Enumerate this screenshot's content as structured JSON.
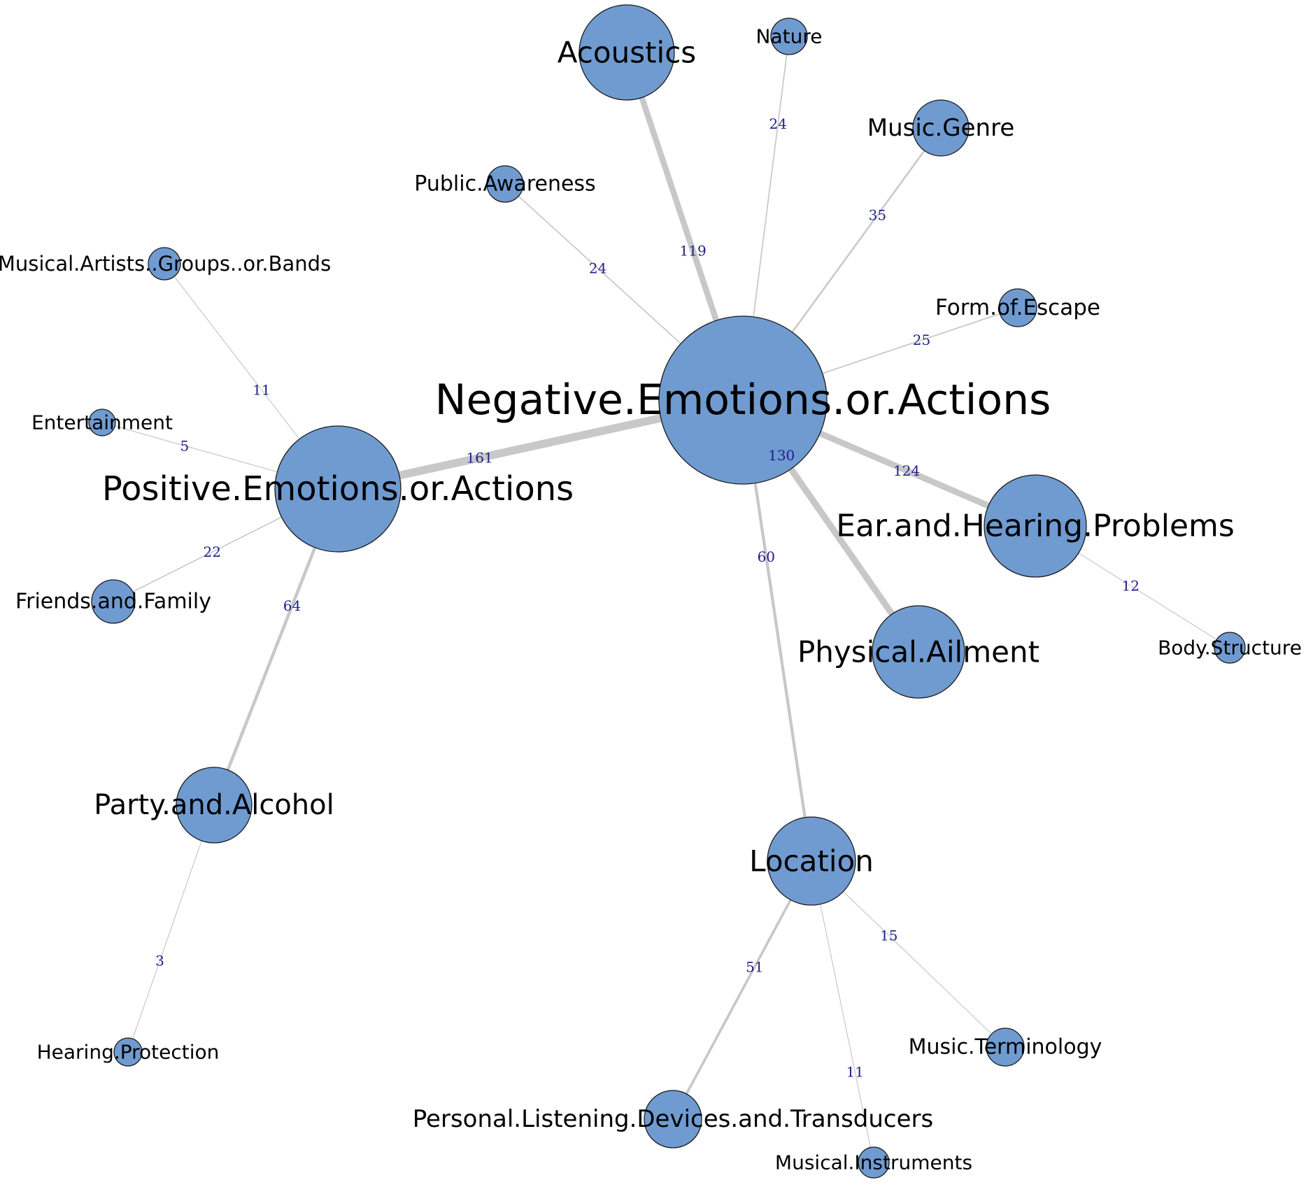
{
  "graph": {
    "nodes": [
      {
        "id": "negative",
        "label": "Negative.Emotions.or.Actions"
      },
      {
        "id": "positive",
        "label": "Positive.Emotions.or.Actions"
      },
      {
        "id": "acoustics",
        "label": "Acoustics"
      },
      {
        "id": "nature",
        "label": "Nature"
      },
      {
        "id": "music_genre",
        "label": "Music.Genre"
      },
      {
        "id": "public_awareness",
        "label": "Public.Awareness"
      },
      {
        "id": "musical_artists",
        "label": "Musical.Artists..Groups..or.Bands"
      },
      {
        "id": "form_of_escape",
        "label": "Form.of.Escape"
      },
      {
        "id": "entertainment",
        "label": "Entertainment"
      },
      {
        "id": "friends_family",
        "label": "Friends.and.Family"
      },
      {
        "id": "ear_hearing",
        "label": "Ear.and.Hearing.Problems"
      },
      {
        "id": "physical_ailment",
        "label": "Physical.Ailment"
      },
      {
        "id": "body_structure",
        "label": "Body.Structure"
      },
      {
        "id": "party_alcohol",
        "label": "Party.and.Alcohol"
      },
      {
        "id": "location",
        "label": "Location"
      },
      {
        "id": "hearing_protection",
        "label": "Hearing.Protection"
      },
      {
        "id": "music_terminology",
        "label": "Music.Terminology"
      },
      {
        "id": "personal_listening",
        "label": "Personal.Listening.Devices.and.Transducers"
      },
      {
        "id": "musical_instruments",
        "label": "Musical.Instruments"
      }
    ],
    "edges": [
      {
        "source": "negative",
        "target": "acoustics",
        "weight": 119,
        "label": "119"
      },
      {
        "source": "negative",
        "target": "nature",
        "weight": 24,
        "label": "24"
      },
      {
        "source": "negative",
        "target": "music_genre",
        "weight": 35,
        "label": "35"
      },
      {
        "source": "negative",
        "target": "public_awareness",
        "weight": 24,
        "label": "24"
      },
      {
        "source": "negative",
        "target": "form_of_escape",
        "weight": 25,
        "label": "25"
      },
      {
        "source": "negative",
        "target": "positive",
        "weight": 161,
        "label": "161"
      },
      {
        "source": "negative",
        "target": "ear_hearing",
        "weight": 124,
        "label": "124"
      },
      {
        "source": "negative",
        "target": "physical_ailment",
        "weight": 130,
        "label": "130"
      },
      {
        "source": "negative",
        "target": "location",
        "weight": 60,
        "label": "60"
      },
      {
        "source": "positive",
        "target": "musical_artists",
        "weight": 11,
        "label": "11"
      },
      {
        "source": "positive",
        "target": "entertainment",
        "weight": 5,
        "label": "5"
      },
      {
        "source": "positive",
        "target": "friends_family",
        "weight": 22,
        "label": "22"
      },
      {
        "source": "positive",
        "target": "party_alcohol",
        "weight": 64,
        "label": "64"
      },
      {
        "source": "ear_hearing",
        "target": "body_structure",
        "weight": 12,
        "label": "12"
      },
      {
        "source": "party_alcohol",
        "target": "hearing_protection",
        "weight": 3,
        "label": "3"
      },
      {
        "source": "location",
        "target": "music_terminology",
        "weight": 15,
        "label": "15"
      },
      {
        "source": "location",
        "target": "personal_listening",
        "weight": 51,
        "label": "51"
      },
      {
        "source": "location",
        "target": "musical_instruments",
        "weight": 11,
        "label": "11"
      }
    ],
    "colors": {
      "node_fill": "#6f9bd1",
      "node_stroke": "#1a1a1a",
      "edge": "#c8c8c8",
      "edge_label": "#1e1e8c",
      "node_label": "#000000"
    }
  }
}
